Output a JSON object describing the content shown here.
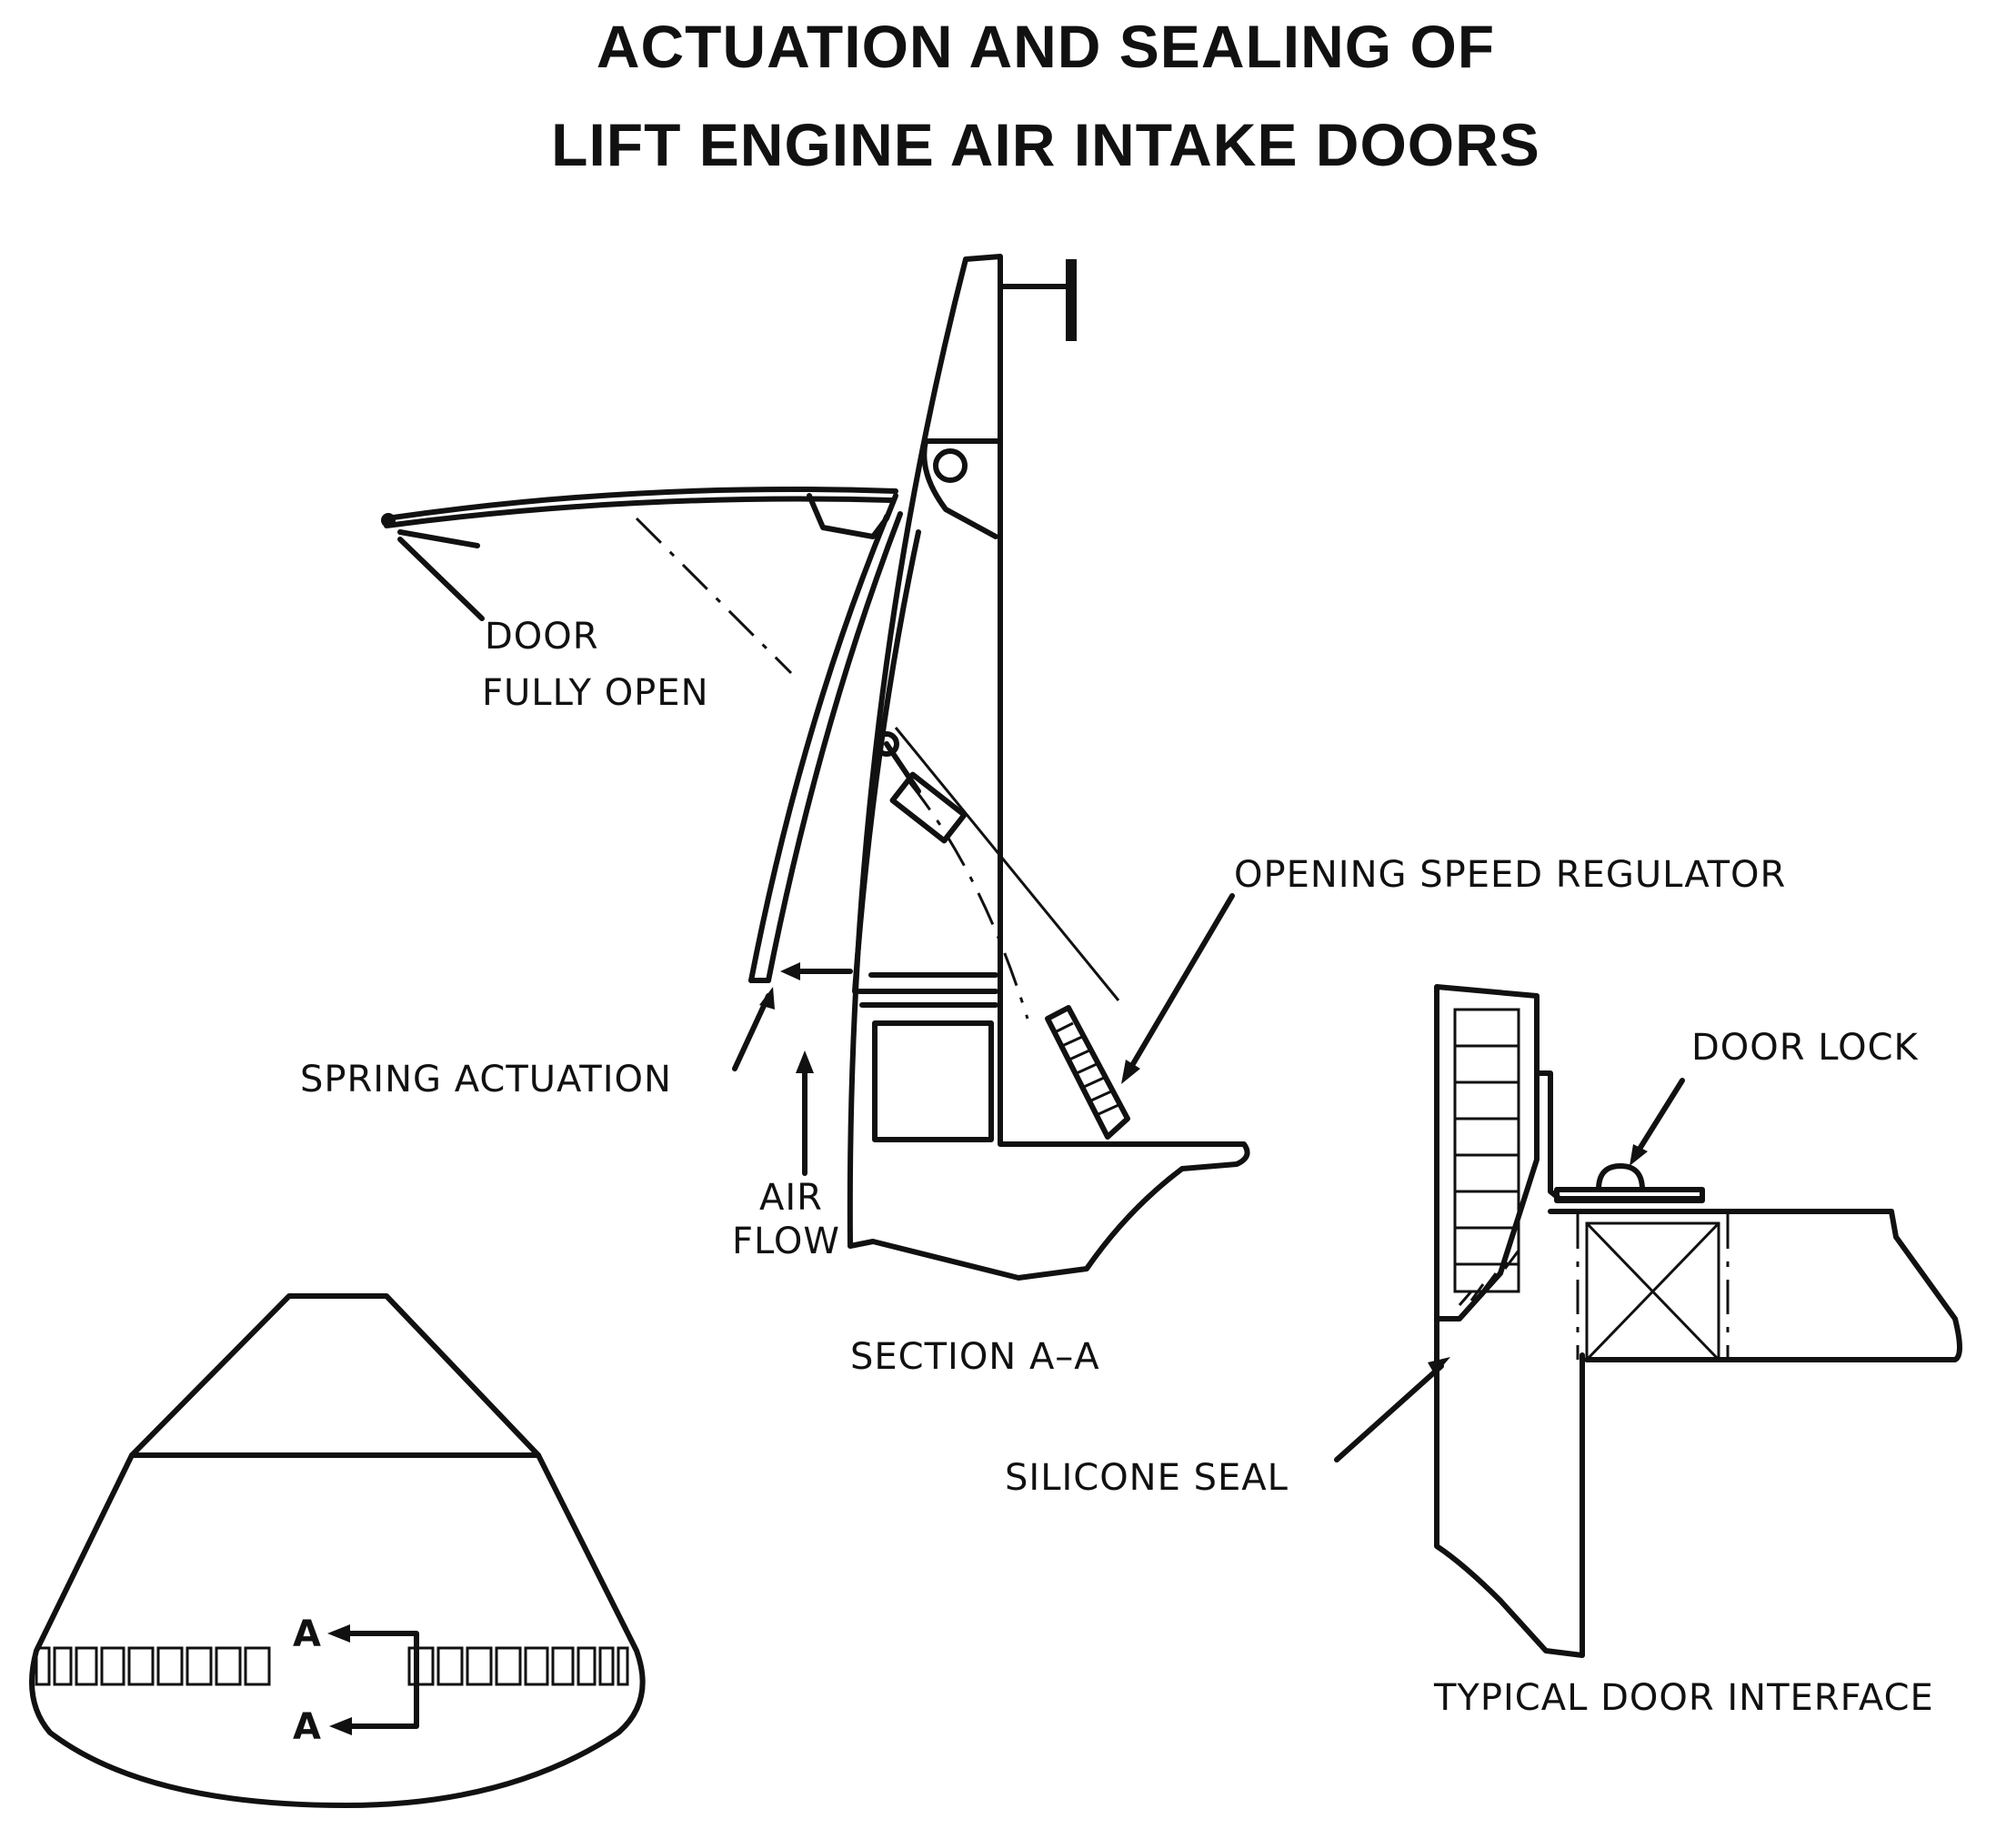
{
  "title": {
    "line1": "ACTUATION AND SEALING OF",
    "line2": "LIFT ENGINE AIR INTAKE DOORS"
  },
  "labels": {
    "door_fully_open_1": "DOOR",
    "door_fully_open_2": "FULLY OPEN",
    "opening_speed_regulator": "OPENING SPEED REGULATOR",
    "spring_actuation": "SPRING ACTUATION",
    "air_flow_1": "AIR",
    "air_flow_2": "FLOW",
    "section_aa": "SECTION A–A",
    "door_lock": "DOOR LOCK",
    "silicone_seal": "SILICONE SEAL",
    "typical_door_interface": "TYPICAL DOOR INTERFACE",
    "section_marker_top": "A",
    "section_marker_bottom": "A"
  }
}
